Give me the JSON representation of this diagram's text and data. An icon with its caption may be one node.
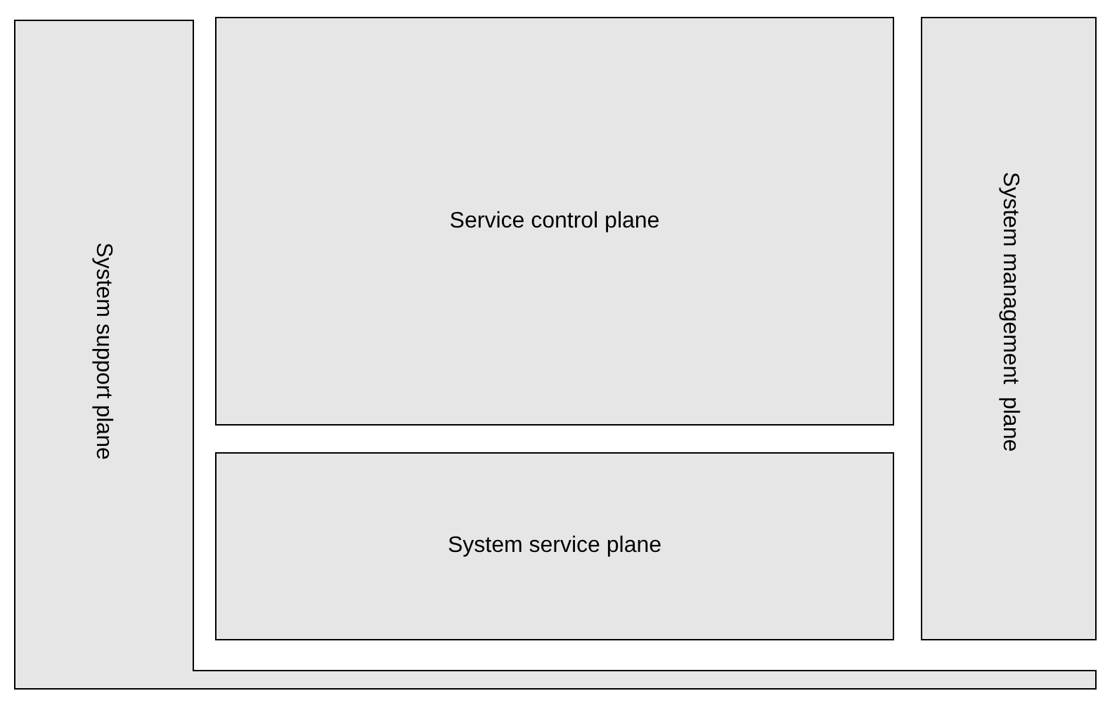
{
  "diagram": {
    "nodes": [
      {
        "text": [
          "System support plane"
        ]
      },
      {
        "text": [
          "Service control plane"
        ]
      },
      {
        "text": [
          "System service plane"
        ]
      },
      {
        "text": [
          "System management  plane"
        ]
      }
    ]
  }
}
